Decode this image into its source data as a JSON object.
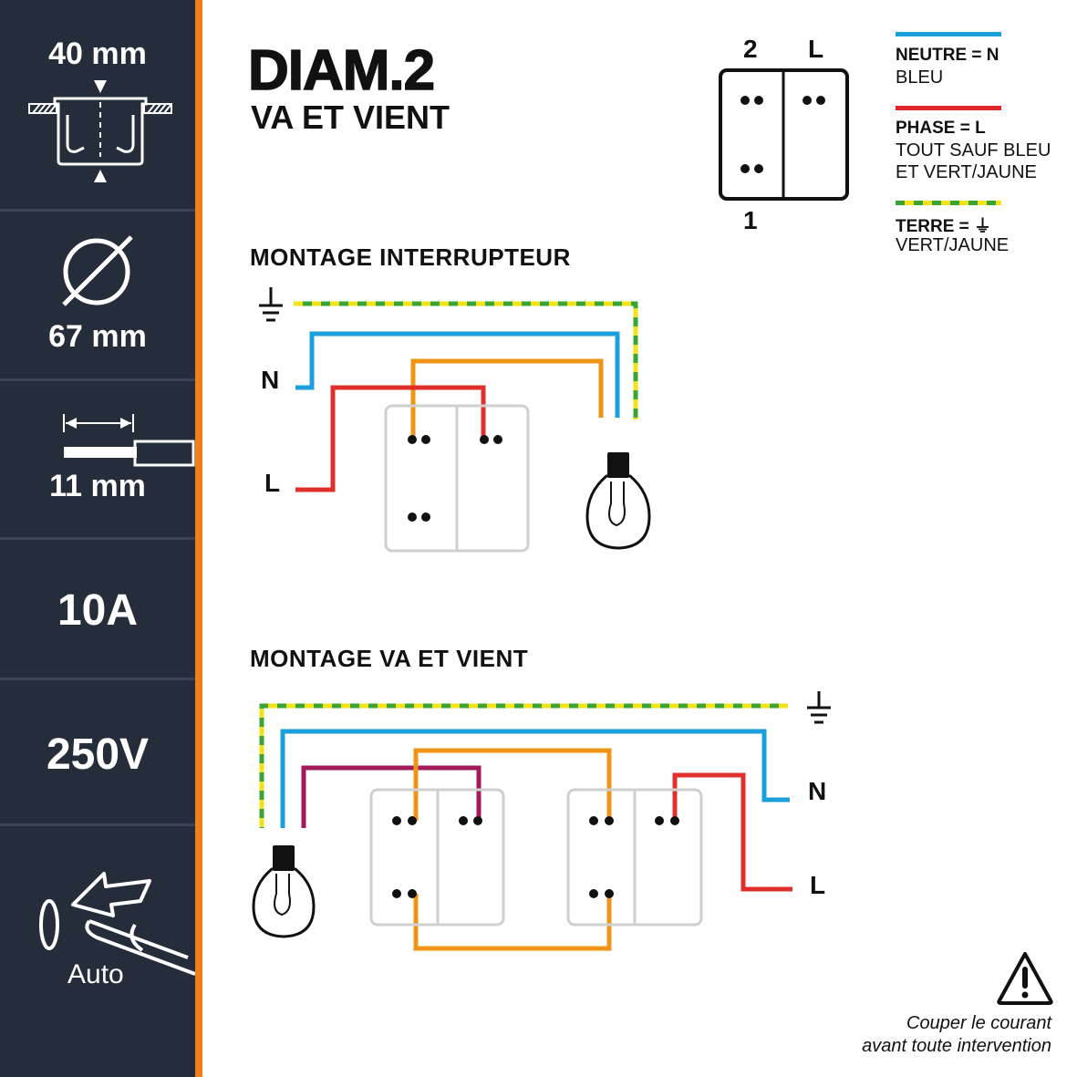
{
  "sidebar": {
    "depth": "40 mm",
    "diameter": "67 mm",
    "strip_length": "11 mm",
    "current": "10A",
    "voltage": "250V",
    "terminal": "Auto"
  },
  "title": {
    "product": "DIAM.2",
    "function": "VA ET VIENT"
  },
  "terminal_diagram": {
    "top_left": "2",
    "top_right": "L",
    "bottom": "1"
  },
  "legend": [
    {
      "key": "NEUTRE = N",
      "value": "BLEU",
      "color": "#1ba0dc"
    },
    {
      "key": "PHASE = L",
      "value": "TOUT SAUF BLEU\nET VERT/JAUNE",
      "color": "#e0252b"
    },
    {
      "key": "TERRE = ⏚",
      "value": "VERT/JAUNE",
      "color": "earth"
    }
  ],
  "sections": {
    "switch": {
      "title": "MONTAGE INTERRUPTEUR",
      "n_label": "N",
      "l_label": "L"
    },
    "two_way": {
      "title": "MONTAGE VA ET VIENT",
      "n_label": "N",
      "l_label": "L"
    }
  },
  "warning": {
    "line1": "Couper le courant",
    "line2": "avant toute intervention"
  },
  "colors": {
    "neutral": "#1ba0dc",
    "phase": "#e0302b",
    "switched": "#ef9416",
    "traveler": "#a3195b",
    "earth_green": "#3aa535",
    "earth_yellow": "#f2e21a",
    "sidebar": "#252d3a",
    "accent": "#ee7d1a"
  }
}
